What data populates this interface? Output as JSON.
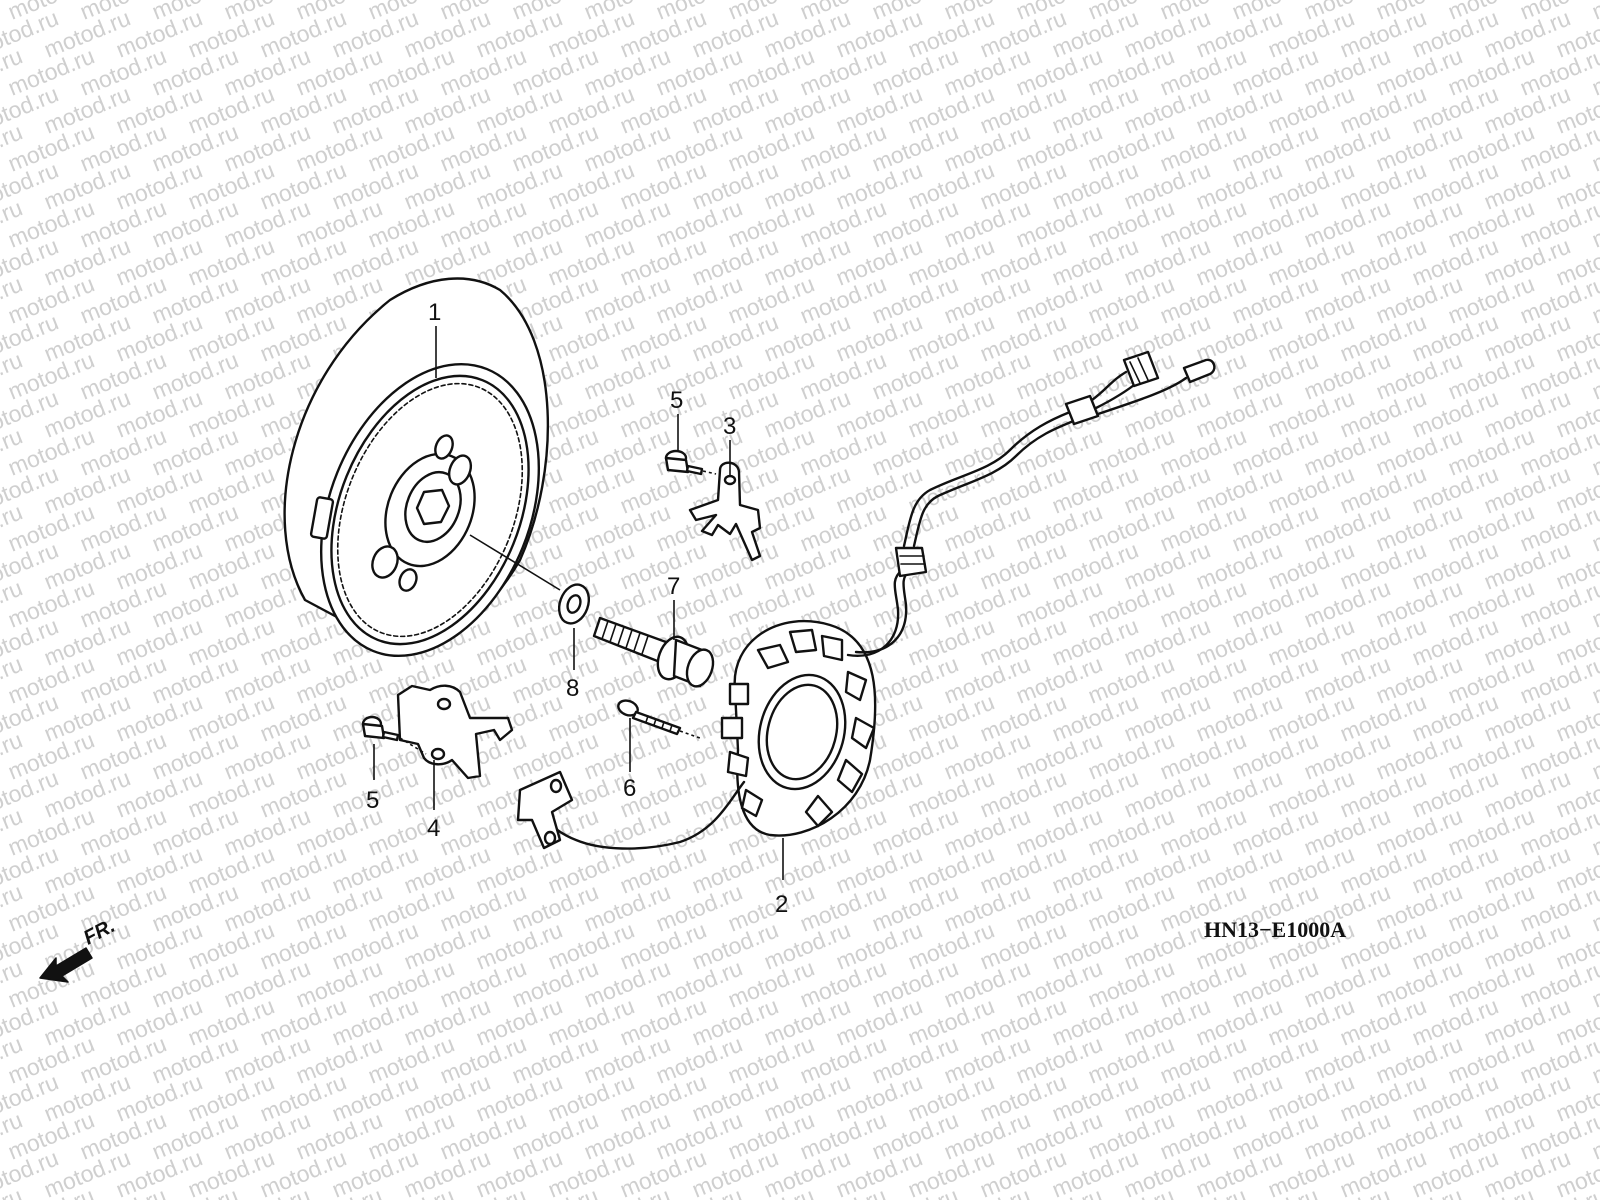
{
  "watermark": {
    "text": "motod.ru",
    "color": "#cfcfcf"
  },
  "diagram_code": "HN13−E1000A",
  "front_indicator": {
    "label": "FR.",
    "icon": "front-direction-arrow-icon"
  },
  "callouts": [
    {
      "id": "1",
      "label": "1",
      "part": "flywheel"
    },
    {
      "id": "2",
      "label": "2",
      "part": "stator"
    },
    {
      "id": "3",
      "label": "3",
      "part": "upper-clamp"
    },
    {
      "id": "4",
      "label": "4",
      "part": "lower-clamp"
    },
    {
      "id": "5a",
      "label": "5",
      "part": "upper-small-bolt"
    },
    {
      "id": "5b",
      "label": "5",
      "part": "lower-small-bolt"
    },
    {
      "id": "6",
      "label": "6",
      "part": "stator-bolt"
    },
    {
      "id": "7",
      "label": "7",
      "part": "flywheel-flange-bolt"
    },
    {
      "id": "8",
      "label": "8",
      "part": "washer"
    }
  ],
  "colors": {
    "line": "#111111",
    "background": "#ffffff"
  }
}
